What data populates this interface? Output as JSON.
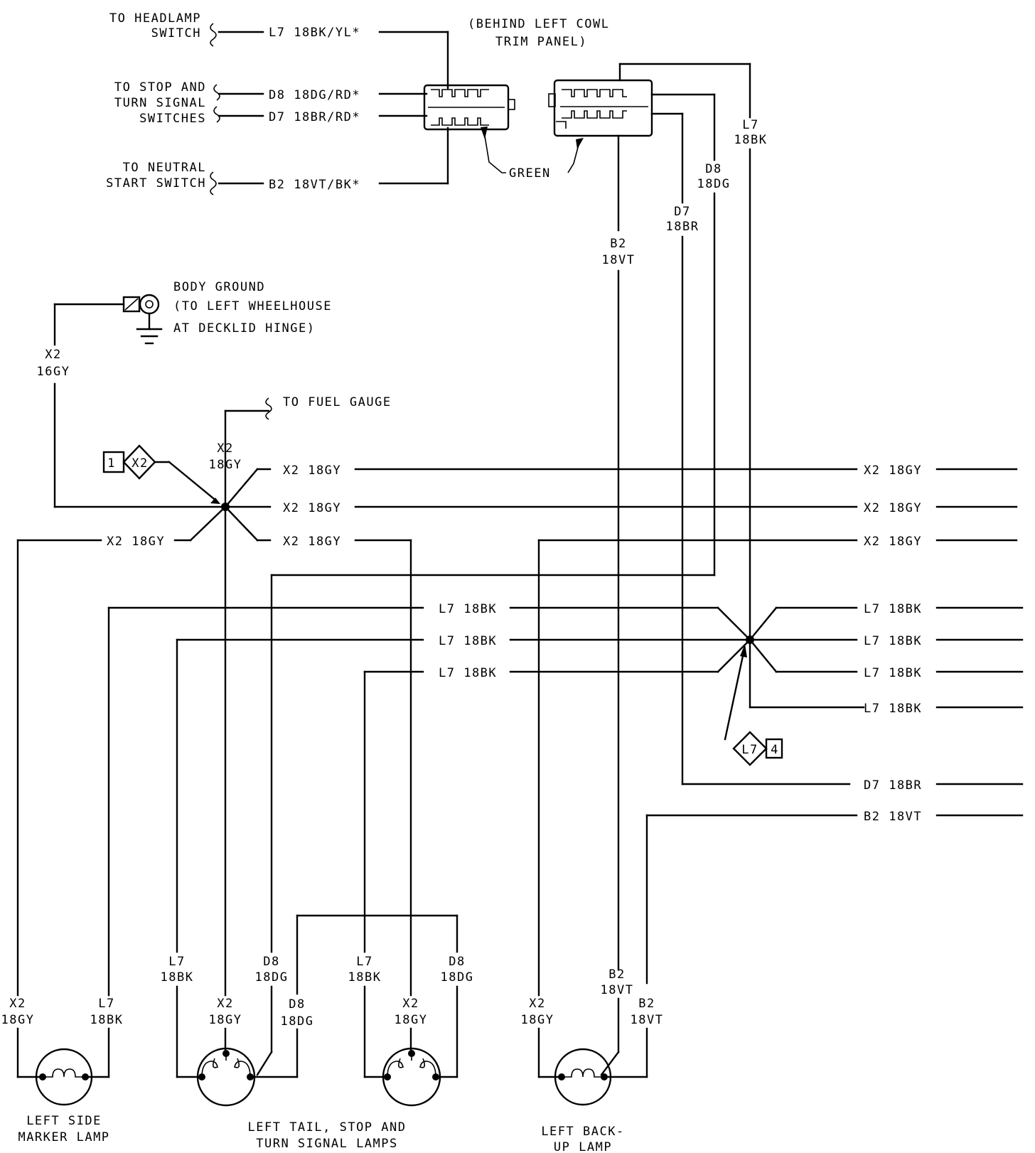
{
  "top": {
    "headlamp": [
      "TO HEADLAMP",
      "SWITCH"
    ],
    "stop_turn": [
      "TO STOP AND",
      "TURN SIGNAL",
      "SWITCHES"
    ],
    "neutral": [
      "TO NEUTRAL",
      "START SWITCH"
    ],
    "w_l7_yl": "L7 18BK/YL*",
    "w_d8_rd": "D8 18DG/RD*",
    "w_d7_rd": "D7 18BR/RD*",
    "w_b2_bk": "B2 18VT/BK*",
    "location": [
      "(BEHIND LEFT COWL",
      "TRIM PANEL)"
    ],
    "green": "GREEN",
    "l7_wire": [
      "L7",
      "18BK"
    ],
    "d8_wire": [
      "D8",
      "18DG"
    ],
    "d7_wire": [
      "D7",
      "18BR"
    ],
    "b2_wire": [
      "B2",
      "18VT"
    ]
  },
  "ground": {
    "label": [
      "BODY GROUND",
      "(TO LEFT WHEELHOUSE",
      "AT DECKLID HINGE)"
    ],
    "wire": [
      "X2",
      "16GY"
    ]
  },
  "splice_x2": {
    "fuel": "TO FUEL GAUGE",
    "up_wire": [
      "X2",
      "18GY"
    ],
    "badge_num": "1",
    "badge_code": "X2",
    "w1": "X2 18GY",
    "w2": "X2 18GY",
    "w3": "X2 18GY",
    "w_left": "X2 18GY"
  },
  "right_labels": {
    "x2": [
      "X2 18GY",
      "X2 18GY",
      "X2 18GY"
    ],
    "l7": [
      "L7 18BK",
      "L7 18BK",
      "L7 18BK",
      "L7 18BK"
    ],
    "d7": "D7 18BR",
    "b2": "B2 18VT"
  },
  "mid_labels": [
    "L7 18BK",
    "L7 18BK",
    "L7 18BK"
  ],
  "splice_l7": {
    "badge_code": "L7",
    "badge_num": "4"
  },
  "lamps": {
    "side_marker": [
      "LEFT SIDE",
      "MARKER LAMP"
    ],
    "tail_stop": [
      "LEFT TAIL, STOP AND",
      "TURN SIGNAL LAMPS"
    ],
    "backup": [
      "LEFT BACK-",
      "UP LAMP"
    ]
  },
  "lamp_wires": {
    "sm_x2": [
      "X2",
      "18GY"
    ],
    "sm_l7": [
      "L7",
      "18BK"
    ],
    "t1_l7": [
      "L7",
      "18BK"
    ],
    "t1_x2": [
      "X2",
      "18GY"
    ],
    "t1_d8a": [
      "D8",
      "18DG"
    ],
    "t1_d8b": [
      "D8",
      "18DG"
    ],
    "t2_l7": [
      "L7",
      "18BK"
    ],
    "t2_x2": [
      "X2",
      "18GY"
    ],
    "t2_d8": [
      "D8",
      "18DG"
    ],
    "bu_x2": [
      "X2",
      "18GY"
    ],
    "bu_b2a": [
      "B2",
      "18VT"
    ],
    "bu_b2b": [
      "B2",
      "18VT"
    ]
  }
}
